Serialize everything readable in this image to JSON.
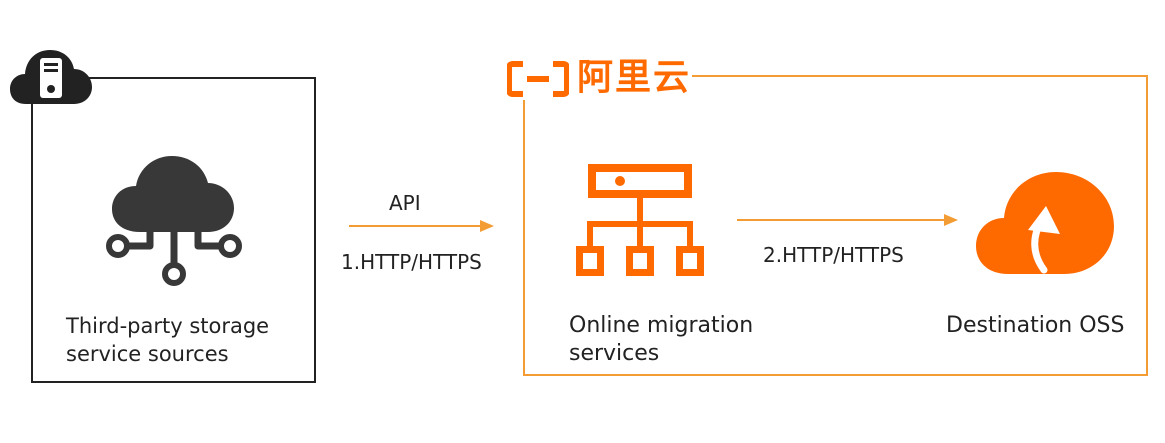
{
  "source": {
    "label": "Third-party storage service sources",
    "icons": [
      "server-cloud-icon",
      "storage-cloud-icon"
    ]
  },
  "aliyun": {
    "logo_text": "阿里云",
    "accent_color": "#ff6a00",
    "border_color": "#f39c33"
  },
  "arrow1": {
    "top_label": "API",
    "bottom_label": "1.HTTP/HTTPS"
  },
  "arrow2": {
    "label": "2.HTTP/HTTPS"
  },
  "migration": {
    "label": "Online migration services",
    "icon": "network-hierarchy-icon"
  },
  "destination": {
    "label": "Destination OSS",
    "icon": "oss-upload-cloud-icon"
  }
}
